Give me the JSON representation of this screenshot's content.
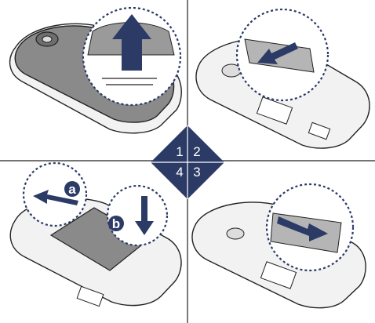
{
  "steps": [
    "1",
    "2",
    "3",
    "4"
  ],
  "callouts": {
    "a": "a",
    "b": "b"
  },
  "colors": {
    "accent": "#2b3b66",
    "divider": "#222222",
    "cover_gray": "#8a8a8a"
  }
}
